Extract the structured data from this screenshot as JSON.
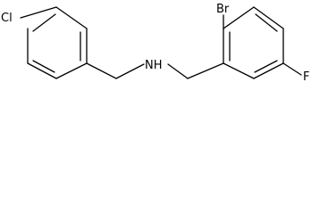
{
  "molecule": {
    "atoms": {
      "chlorine": "Cl",
      "amine": "NH",
      "bromine": "Br",
      "fluorine": "F"
    }
  }
}
